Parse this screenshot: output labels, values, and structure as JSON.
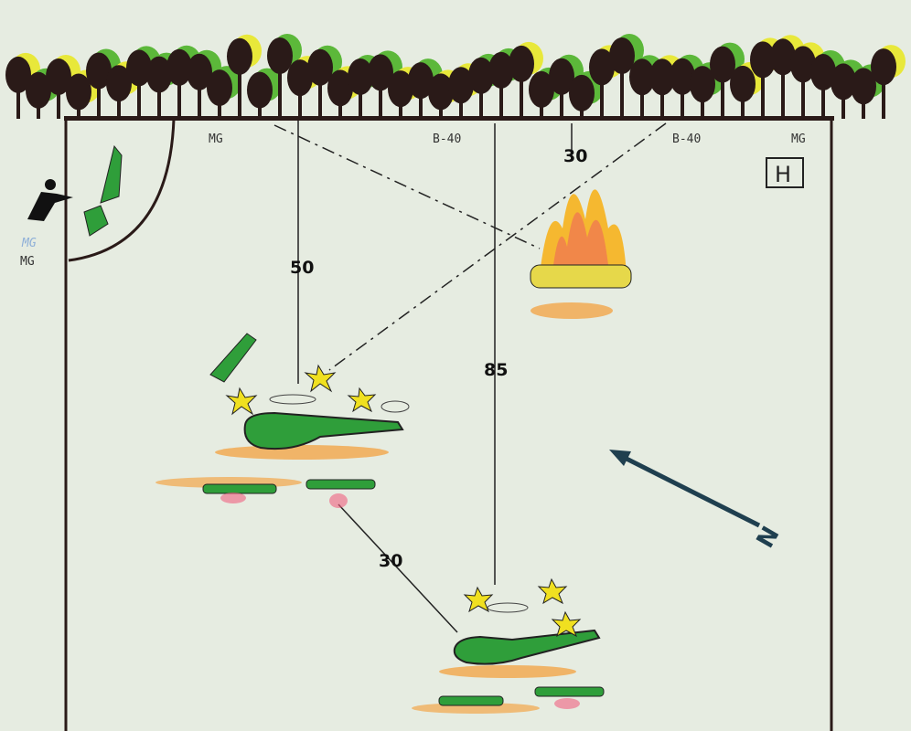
{
  "title": "Ambush diagram",
  "labels": {
    "mg_top_left": "MG",
    "b40_center": "B-40",
    "b40_right": "B-40",
    "mg_top_right": "MG",
    "mg_left_blue": "MG",
    "mg_left": "MG",
    "helipad": "H",
    "north": "N"
  },
  "distances": {
    "d50": "50",
    "d85": "85",
    "d30_top": "30",
    "d30_bottom": "30"
  },
  "colors": {
    "background": "#e6ece1",
    "ink": "#2a1a18",
    "helicopter": "#2f9e3a",
    "fire": "#f5a020",
    "ground": "#f2a64a",
    "arrow": "#1f3f4f"
  }
}
